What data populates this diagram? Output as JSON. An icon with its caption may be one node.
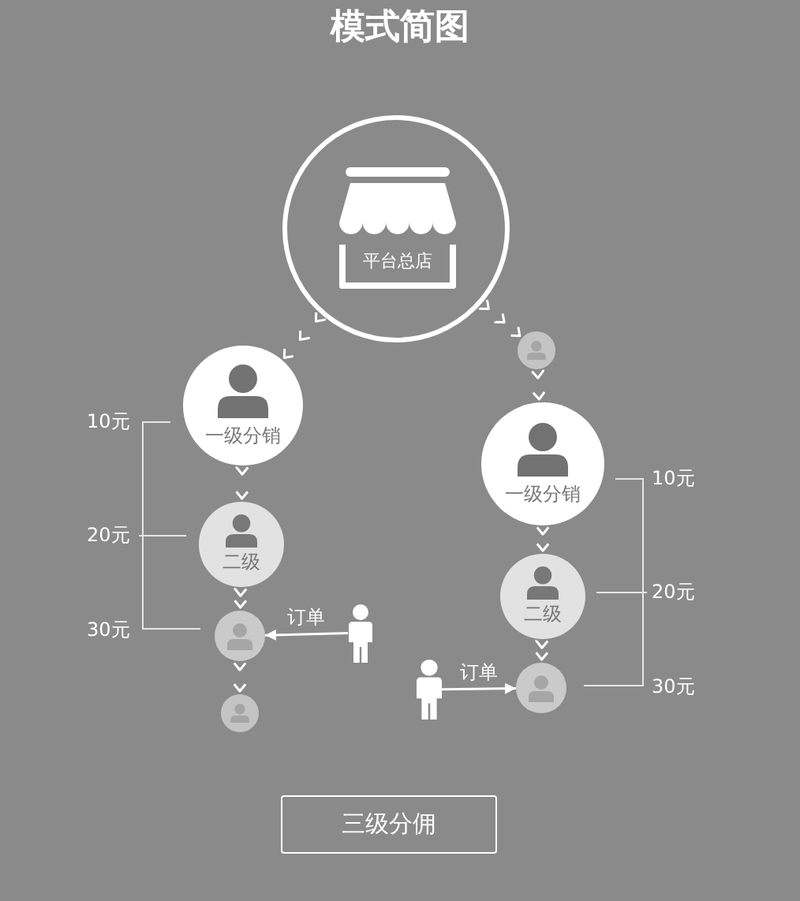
{
  "diagram": {
    "title": "模式简图",
    "nodes": [
      {
        "text": [
          "平台总店"
        ]
      },
      {
        "text": [
          "一级分销"
        ]
      },
      {
        "text": [
          "二级"
        ]
      },
      {
        "text": [],
        "shape": "circle"
      },
      {
        "text": [],
        "shape": "circle"
      },
      {
        "text": [],
        "shape": "circle"
      },
      {
        "text": [
          "一级分销"
        ]
      },
      {
        "text": [
          "二级"
        ]
      },
      {
        "text": [],
        "shape": "circle"
      },
      {
        "text": [],
        "shape": "person"
      },
      {
        "text": [],
        "shape": "person"
      },
      {
        "text": [
          "三级分佣"
        ]
      }
    ],
    "edges": [
      {
        "from": 0,
        "to": 1,
        "arrow": "to",
        "style": "dashed"
      },
      {
        "from": 1,
        "to": 2,
        "arrow": "to",
        "style": "dashed"
      },
      {
        "from": 2,
        "to": 3,
        "arrow": "to",
        "style": "dashed"
      },
      {
        "from": 3,
        "to": 4,
        "arrow": "to",
        "style": "dashed"
      },
      {
        "from": 0,
        "to": 5,
        "arrow": "to",
        "style": "dashed"
      },
      {
        "from": 5,
        "to": 6,
        "arrow": "to",
        "style": "dashed"
      },
      {
        "from": 6,
        "to": 7,
        "arrow": "to",
        "style": "dashed"
      },
      {
        "from": 7,
        "to": 8,
        "arrow": "to",
        "style": "dashed"
      },
      {
        "from": 9,
        "to": 3,
        "arrow": "to",
        "label": "订单"
      },
      {
        "from": 10,
        "to": 8,
        "arrow": "to",
        "label": "订单"
      }
    ],
    "labels": [
      "10元",
      "20元",
      "30元",
      "10元",
      "20元",
      "30元"
    ]
  }
}
